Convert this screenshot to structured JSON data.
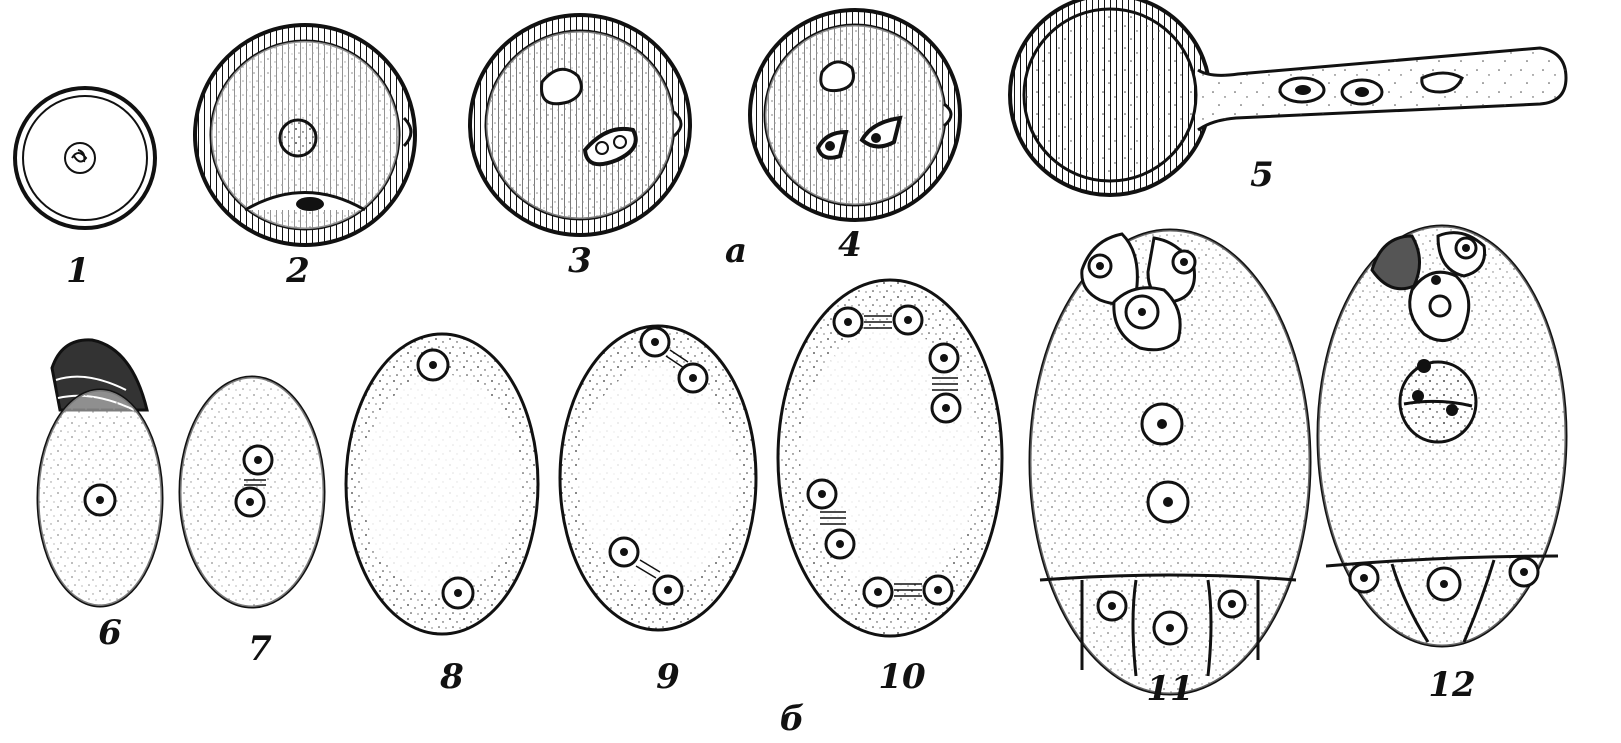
{
  "figure": {
    "row_a": {
      "group_label": "a",
      "stages": [
        "1",
        "2",
        "3",
        "4",
        "5"
      ]
    },
    "row_b": {
      "group_label": "б",
      "stages": [
        "6",
        "7",
        "8",
        "9",
        "10",
        "11",
        "12"
      ]
    },
    "colors": {
      "ink": "#111111",
      "background": "#ffffff"
    }
  }
}
